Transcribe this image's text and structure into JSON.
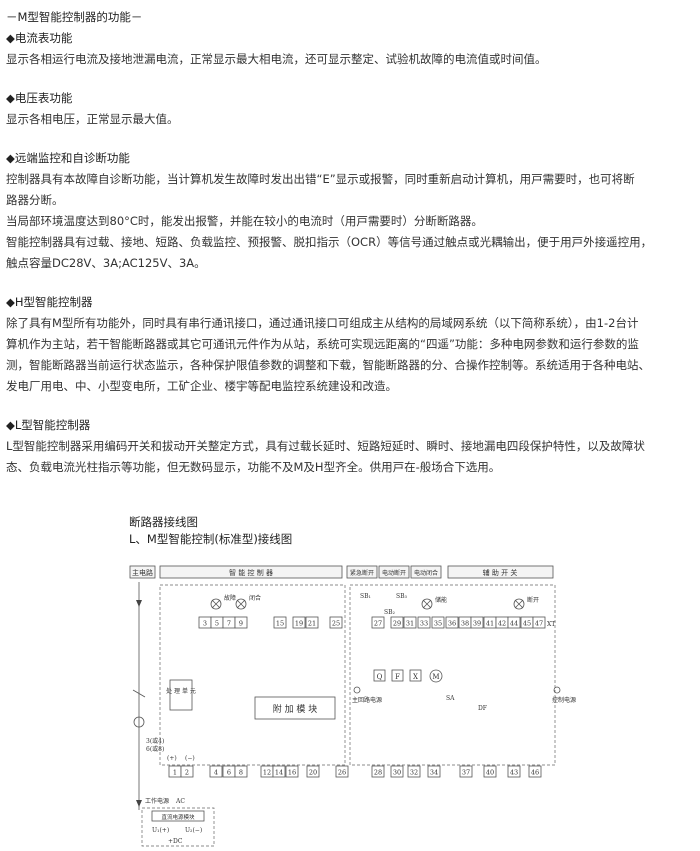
{
  "doc": {
    "title": "－M型智能控制器的功能－",
    "s1_head": "◆电流表功能",
    "s1_l1": "显示各相运行电流及接地泄漏电流，正常显示最大相电流，还可显示整定、试验机故障的电流值或时间值。",
    "s2_head": "◆电压表功能",
    "s2_l1": "显示各相电压，正常显示最大值。",
    "s3_head": "◆远端监控和自诊断功能",
    "s3_l1": "控制器具有本故障自诊断功能，当计算机发生故障时发出出错“E”显示或报警，同时重新启动计算机，用戸需要时，也可将断",
    "s3_l2": "路器分断。",
    "s3_l3": "当局部环境温度达到80°C时，能发出报警，并能在较小的电流时（用戸需要时）分断断路器。",
    "s3_l4": "智能控制器具有过载、接地、短路、负载监控、预报警、脱扣指示（OCR）等信号通过触点或光耦输出，便于用戸外接遥控用，",
    "s3_l5": "触点容量DC28V、3A;AC125V、3A。",
    "s4_head": "◆H型智能控制器",
    "s4_l1": "除了具有M型所有功能外，同时具有串行通讯接口，通过通讯接口可组成主从结构的局域网系统（以下简称系统），由1-2台计",
    "s4_l2": "算机作为主站，若干智能断路器或其它可通讯元件作为从站，系统可实现远距离的“四遥”功能：多种电网参数和运行参数的监",
    "s4_l3": "测，智能断路器当前运行状态监示，各种保护限值参数的调整和下载，智能断路器的分、合操作控制等。系统适用于各种电站、",
    "s4_l4": "发电厂用电、中、小型变电所，工矿企业、楼宇等配电监控系统建设和改造。",
    "s5_head": "◆L型智能控制器",
    "s5_l1": "L型智能控制器采用编码开关和拔动开关整定方式，具有过载长延时、短路短延时、瞬时、接地漏电四段保护特性，以及故障状",
    "s5_l2": "态、负载电流光柱指示等功能，但无数码显示，功能不及M及H型齐全。供用戸在-般场合下选用。"
  },
  "diagram": {
    "title1": "断路器接线图",
    "title2": "L、M型智能控制(标准型)接线图",
    "hdr_main": "主电路",
    "hdr_ctrl": "智 能 控 制 器",
    "hdr_emerg": "紧急断开",
    "hdr_motor": "电动断开",
    "hdr_close": "电动闭合",
    "hdr_aux": "辅 助 开 关",
    "lamp_fault": "故障",
    "lamp_close": "闭合",
    "lamp_store": "储能",
    "lamp_open": "断开",
    "sb1": "SB₁",
    "sb2": "SB₂",
    "sb3": "SB₃",
    "xt": "XT",
    "sa": "SA",
    "df": "DF",
    "module": "附 加 模 块",
    "unit": "处 理 单 元",
    "ct": "3(或4)",
    "ct2": "6(或8)",
    "main_power": "主回路电源",
    "ctrl_power": "控制电源",
    "work_power": "工作电源",
    "ac": "AC",
    "dc_box": "直流电源模块",
    "ue1": "U₁(+)",
    "ue2": "U₂(−)",
    "dc": "+DC",
    "plus": "(+)",
    "minus": "(−)",
    "top_terms": [
      "3",
      "5",
      "7",
      "9",
      "15",
      "19",
      "21",
      "25",
      "27",
      "29",
      "31",
      "33",
      "35",
      "36",
      "38",
      "39",
      "41",
      "42",
      "44",
      "45",
      "47"
    ],
    "bot_terms": [
      "1",
      "2",
      "4",
      "6",
      "8",
      "12",
      "14",
      "16",
      "20",
      "26",
      "28",
      "30",
      "32",
      "34",
      "37",
      "40",
      "43",
      "46"
    ],
    "q": "Q",
    "f": "F",
    "x": "X",
    "m": "M"
  }
}
